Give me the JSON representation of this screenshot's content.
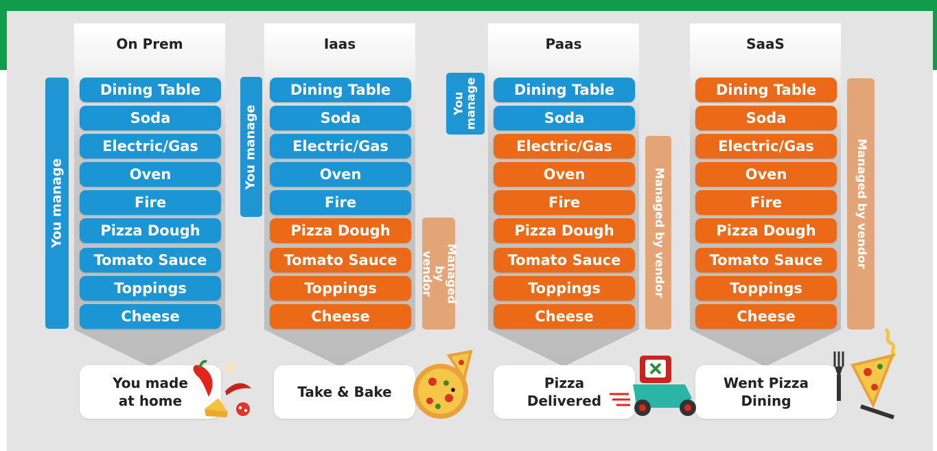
{
  "colors": {
    "you_manage": "#1b95d4",
    "managed_by_vendor": "#ec6a17",
    "frame": "#119C4B"
  },
  "columns": [
    {
      "title": "On Prem",
      "outcome": "You made\nat home",
      "bands": [
        "Dining Table",
        "Soda",
        "Electric/Gas",
        "Oven",
        "Fire",
        "Pizza Dough",
        "Tomato Sauce",
        "Toppings",
        "Cheese"
      ],
      "you_count": 9,
      "illustration": "chili-cheese-ingredients-icon"
    },
    {
      "title": "Iaas",
      "outcome": "Take & Bake",
      "bands": [
        "Dining Table",
        "Soda",
        "Electric/Gas",
        "Oven",
        "Fire",
        "Pizza Dough",
        "Tomato Sauce",
        "Toppings",
        "Cheese"
      ],
      "you_count": 5,
      "illustration": "pizza-icon"
    },
    {
      "title": "Paas",
      "outcome": "Pizza\nDelivered",
      "bands": [
        "Dining Table",
        "Soda",
        "Electric/Gas",
        "Oven",
        "Fire",
        "Pizza Dough",
        "Tomato Sauce",
        "Toppings",
        "Cheese"
      ],
      "you_count": 2,
      "illustration": "delivery-scooter-icon"
    },
    {
      "title": "SaaS",
      "outcome": "Went Pizza\nDining",
      "bands": [
        "Dining Table",
        "Soda",
        "Electric/Gas",
        "Oven",
        "Fire",
        "Pizza Dough",
        "Tomato Sauce",
        "Toppings",
        "Cheese"
      ],
      "you_count": 0,
      "illustration": "pizza-slice-fork-icon"
    }
  ],
  "side_labels": {
    "onprem_you": "You manage",
    "iaas_you": "You manage",
    "iaas_vendor": "Managed\nby vendor",
    "paas_you": "You\nmanage",
    "paas_vendor": "Managed by vendor",
    "saas_vendor": "Managed by vendor"
  }
}
